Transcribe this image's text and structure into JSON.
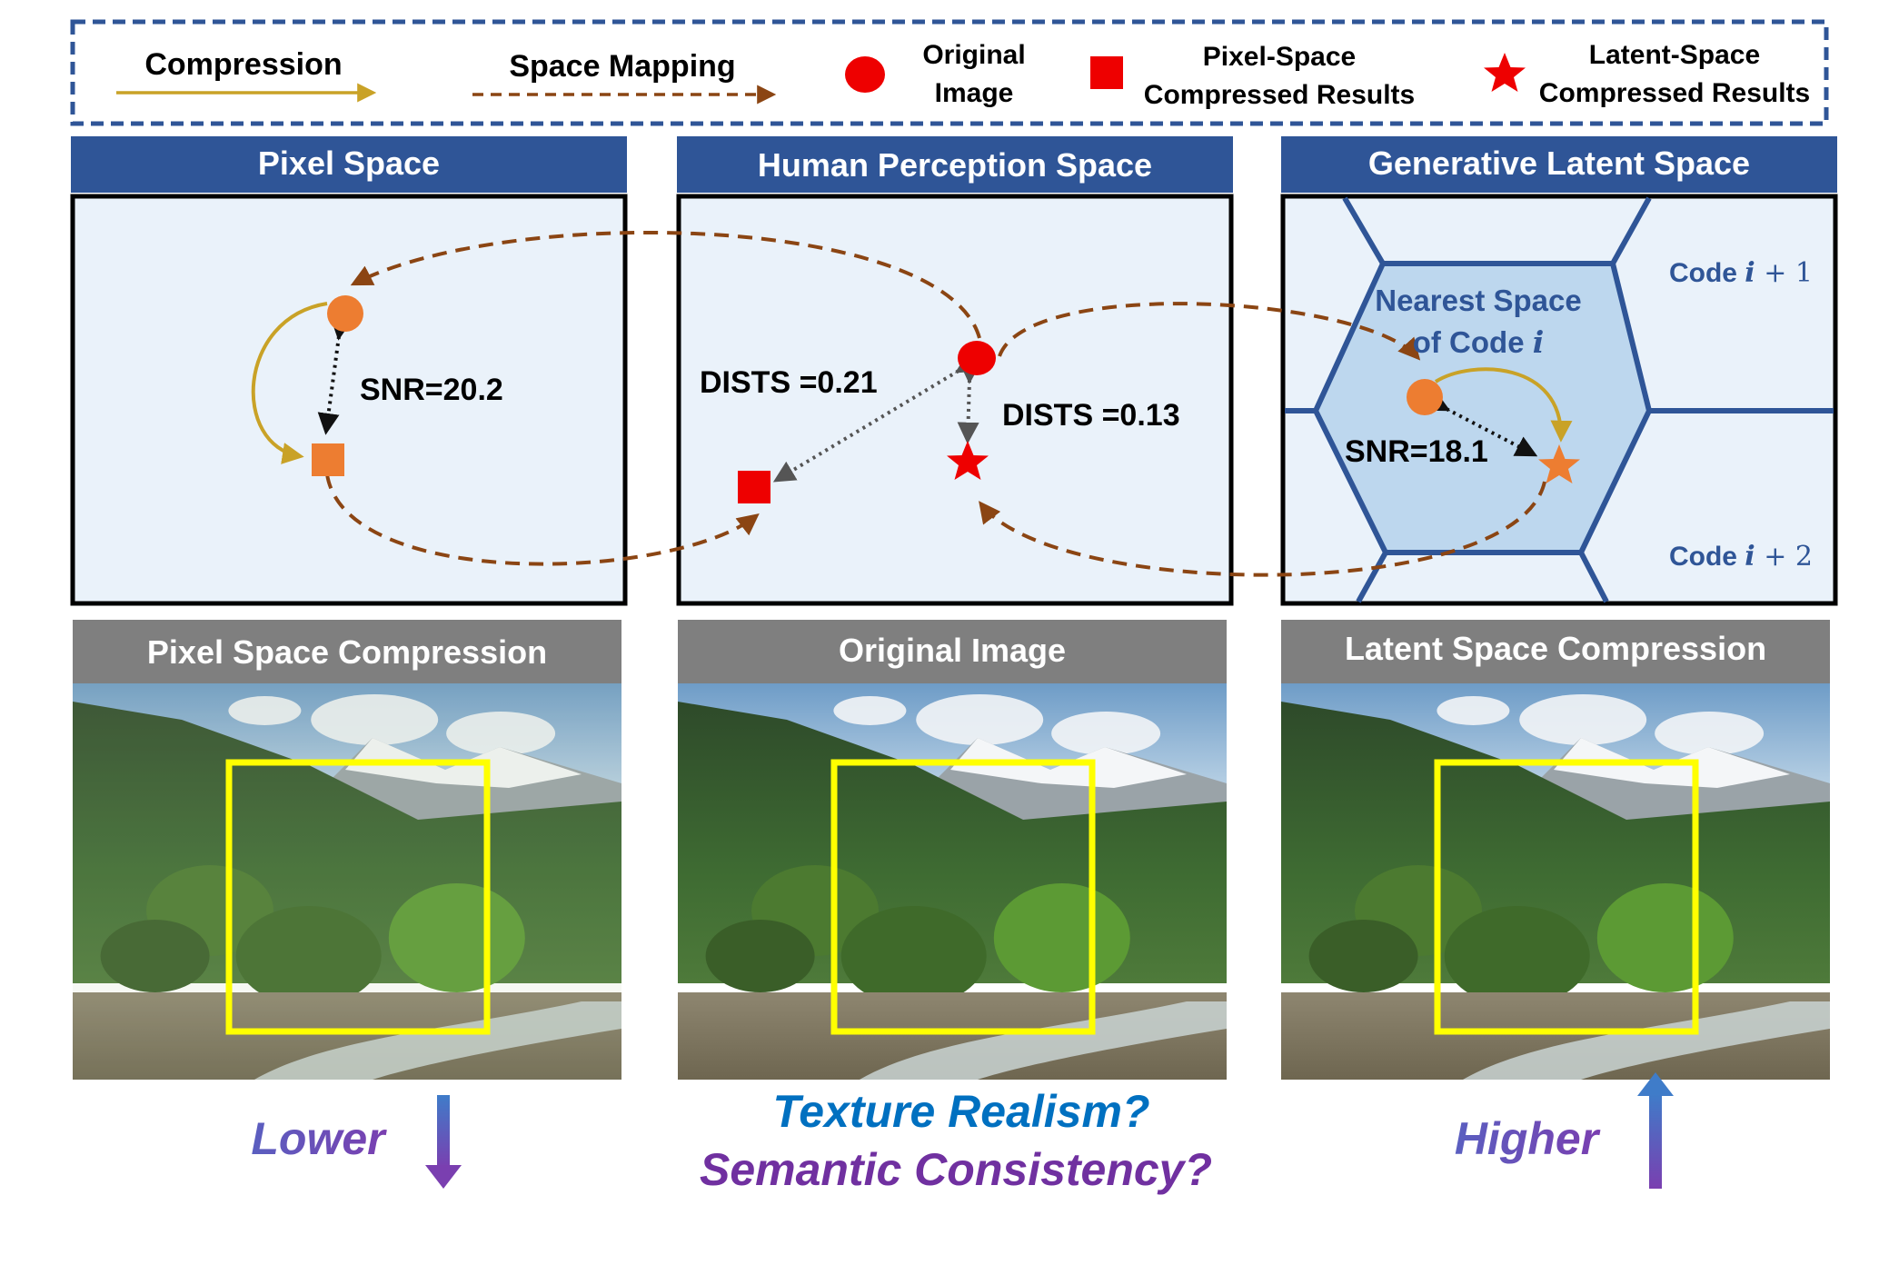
{
  "legend": {
    "compression": "Compression",
    "space_mapping": "Space Mapping",
    "original_line1": "Original",
    "original_line2": "Image",
    "pixel_line1": "Pixel-Space",
    "pixel_line2": "Compressed Results",
    "latent_line1": "Latent-Space",
    "latent_line2": "Compressed Results"
  },
  "panels": {
    "pixel": {
      "title": "Pixel Space",
      "metric": "SNR=20.2"
    },
    "human": {
      "title": "Human Perception Space",
      "metric_a": "DISTS =0.21",
      "metric_b": "DISTS =0.13"
    },
    "latent": {
      "title": "Generative Latent Space",
      "metric": "SNR=18.1",
      "nearest_line1": "Nearest Space",
      "nearest_line2_prefix": "of Code ",
      "code_var": "i",
      "code_prefix": "Code ",
      "code_next_suffix": " + 1",
      "code_next2_suffix": " + 2"
    }
  },
  "images": {
    "pixel_title": "Pixel Space Compression",
    "original_title": "Original Image",
    "latent_title": "Latent Space Compression"
  },
  "bottom": {
    "lower": "Lower",
    "higher": "Higher",
    "question1": "Texture Realism?",
    "question2": "Semantic Consistency?"
  },
  "colors": {
    "header_blue": "#2F5597",
    "panel_fill": "#EAF2FA",
    "hex_fill": "#BDD7EE",
    "compression_gold": "#C9A227",
    "mapping_brown": "#8B4513",
    "red_marker": "#EE0000",
    "orange_marker": "#ED7D31",
    "gray_header": "#7F7F7F",
    "yellow_box": "#FFFF00",
    "question_blue": "#0070C0",
    "question_purple": "#7030A0"
  }
}
